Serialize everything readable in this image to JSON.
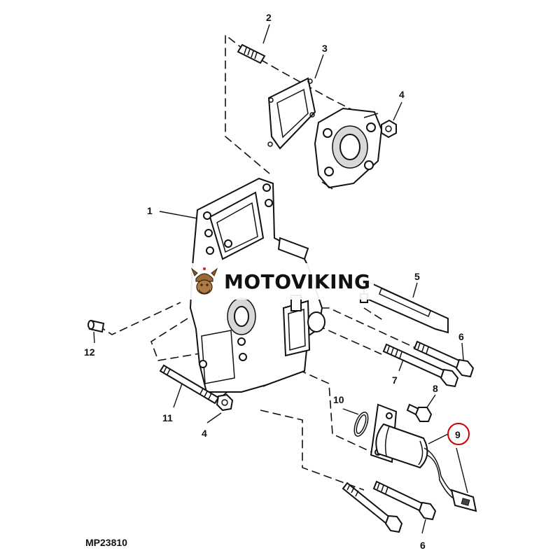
{
  "watermark": {
    "brand": "MOTOVIKING",
    "logo_icon": "viking-helmet-icon"
  },
  "reference_code": "MP23810",
  "highlight_color": "#cc0000",
  "callouts": [
    {
      "id": "c1",
      "label": "1"
    },
    {
      "id": "c2",
      "label": "2"
    },
    {
      "id": "c3",
      "label": "3"
    },
    {
      "id": "c4a",
      "label": "4"
    },
    {
      "id": "c4b",
      "label": "4"
    },
    {
      "id": "c5",
      "label": "5"
    },
    {
      "id": "c6a",
      "label": "6"
    },
    {
      "id": "c6b",
      "label": "6"
    },
    {
      "id": "c7",
      "label": "7"
    },
    {
      "id": "c8",
      "label": "8"
    },
    {
      "id": "c9",
      "label": "9",
      "highlighted": true
    },
    {
      "id": "c10",
      "label": "10"
    },
    {
      "id": "c11",
      "label": "11"
    },
    {
      "id": "c12",
      "label": "12"
    }
  ]
}
